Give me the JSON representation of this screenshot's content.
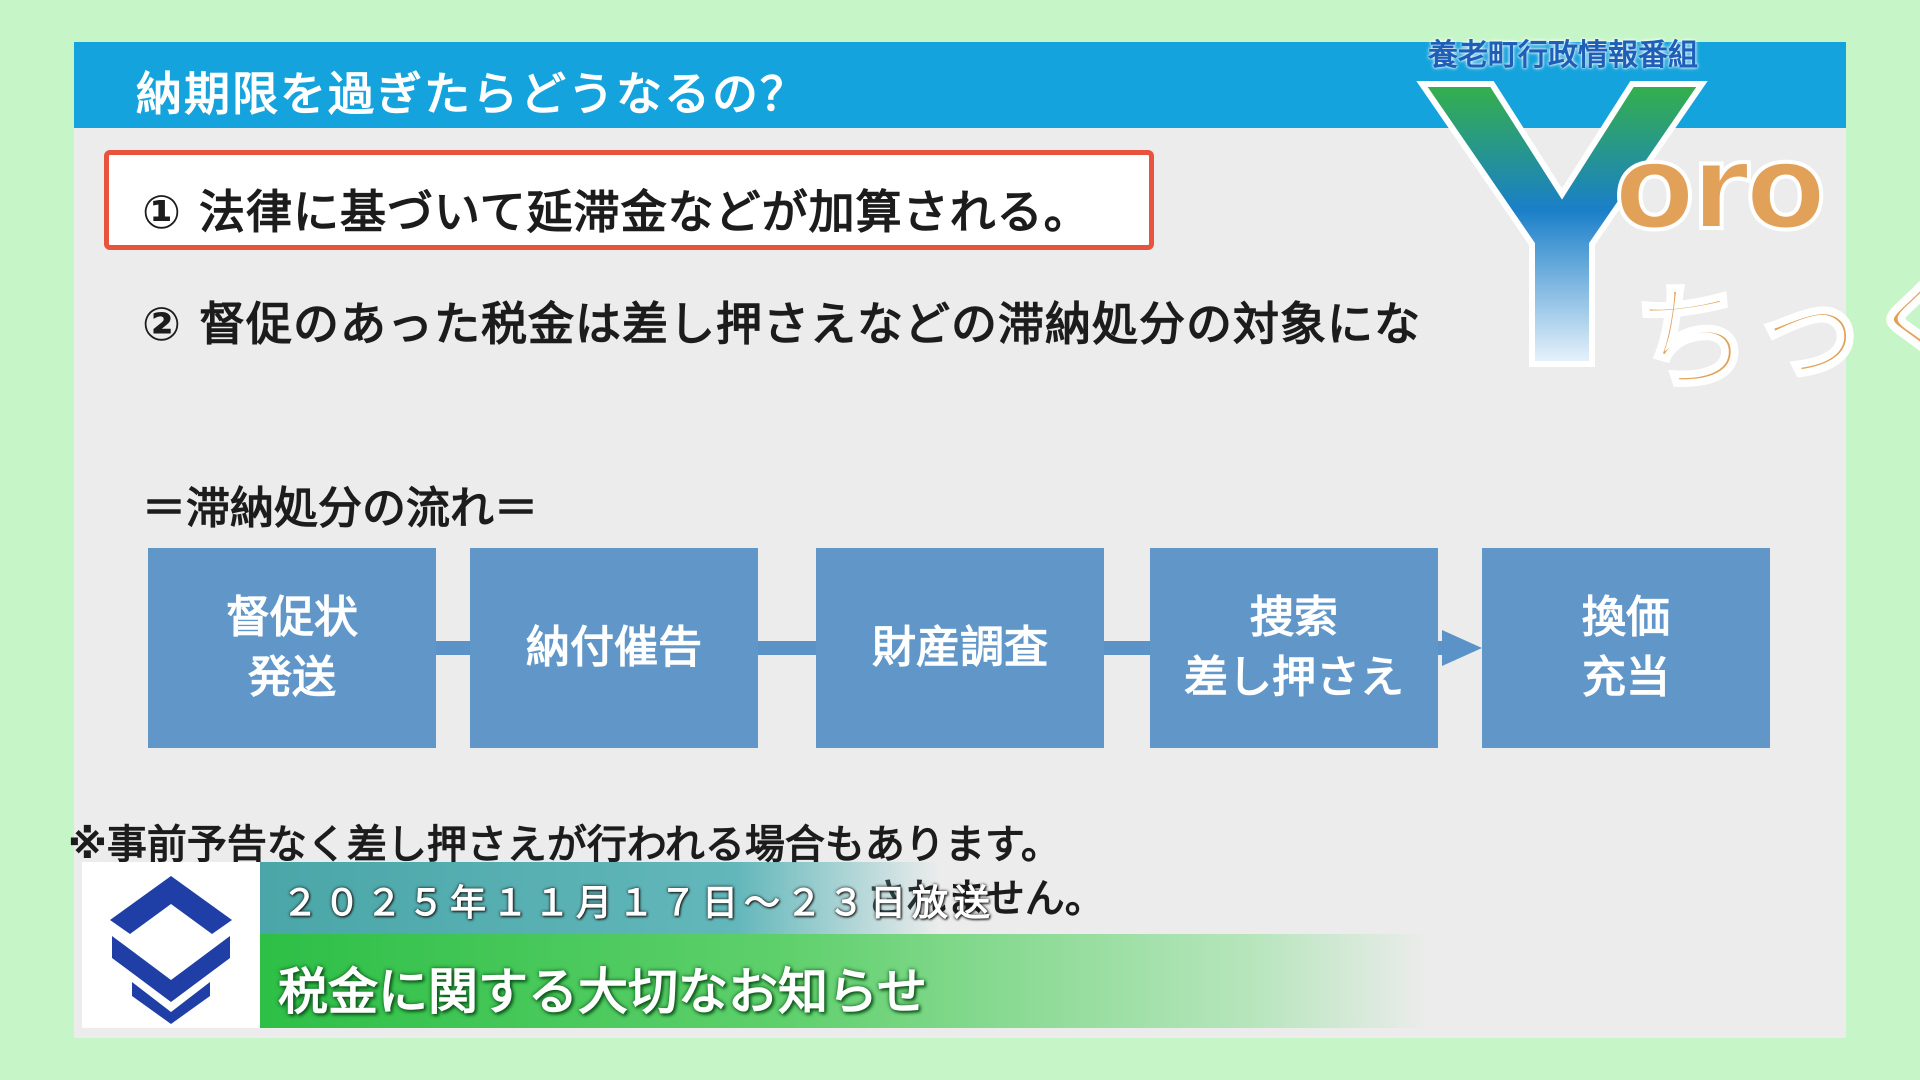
{
  "slide": {
    "title": "納期限を過ぎたらどうなるの？",
    "point_1": "① 法律に基づいて延滞金などが加算される。",
    "point_2": "② 督促のあった税金は差し押さえなどの滞納処分の対象にな",
    "flow_heading": "＝滞納処分の流れ＝",
    "flow_steps": [
      {
        "label": "督促状\n発送"
      },
      {
        "label": "納付催告"
      },
      {
        "label": "財産調査"
      },
      {
        "label": "捜索\n差し押さえ"
      },
      {
        "label": "換価\n充当"
      }
    ],
    "note": "※事前予告なく差し押さえが行われる場合もあります。",
    "note_2_visible": "されません。"
  },
  "program": {
    "label": "養老町行政情報番組",
    "logo_text_1": "oro",
    "logo_text_2": "ちっく"
  },
  "lower_third": {
    "broadcast_date": "２０２５年１１月１７日～２３日放送",
    "topic": "税金に関する大切なお知らせ"
  },
  "colors": {
    "background": "#c6f5c8",
    "header": "#14a3dc",
    "flow_box": "#6196c9",
    "highlight_border": "#e8533e",
    "topic_band": "#2dbf46"
  }
}
